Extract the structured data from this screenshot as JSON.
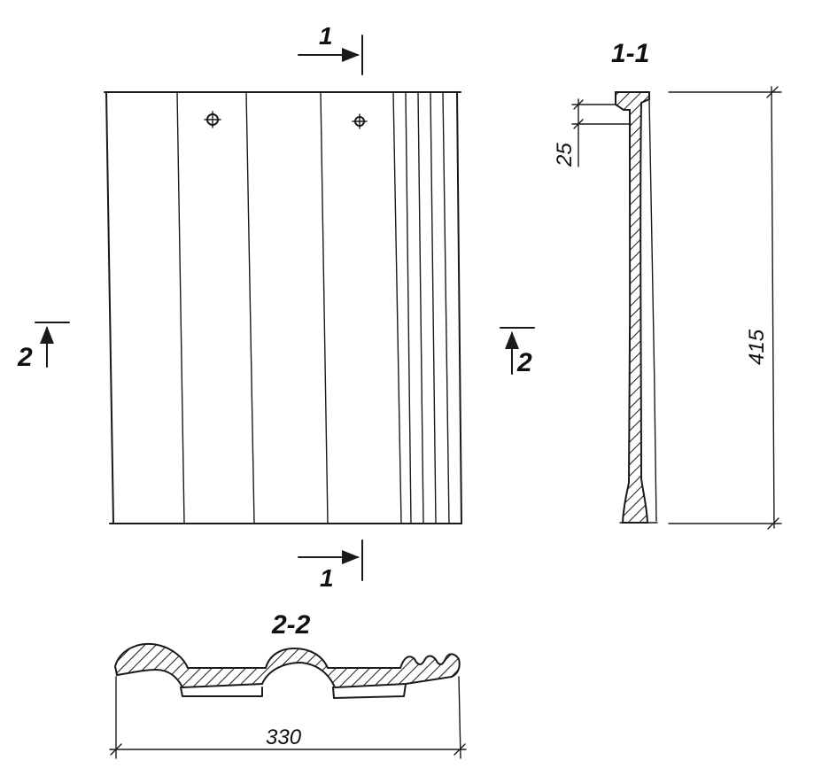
{
  "sections": {
    "plan_marker_top": "1",
    "plan_marker_bottom": "1",
    "side_marker_left": "2",
    "side_marker_right": "2",
    "section_1_title": "1-1",
    "section_2_title": "2-2"
  },
  "dimensions": {
    "nib_height": "25",
    "tile_length": "415",
    "tile_width": "330"
  },
  "colors": {
    "ink": "#1a1a1a",
    "paper": "#ffffff"
  }
}
